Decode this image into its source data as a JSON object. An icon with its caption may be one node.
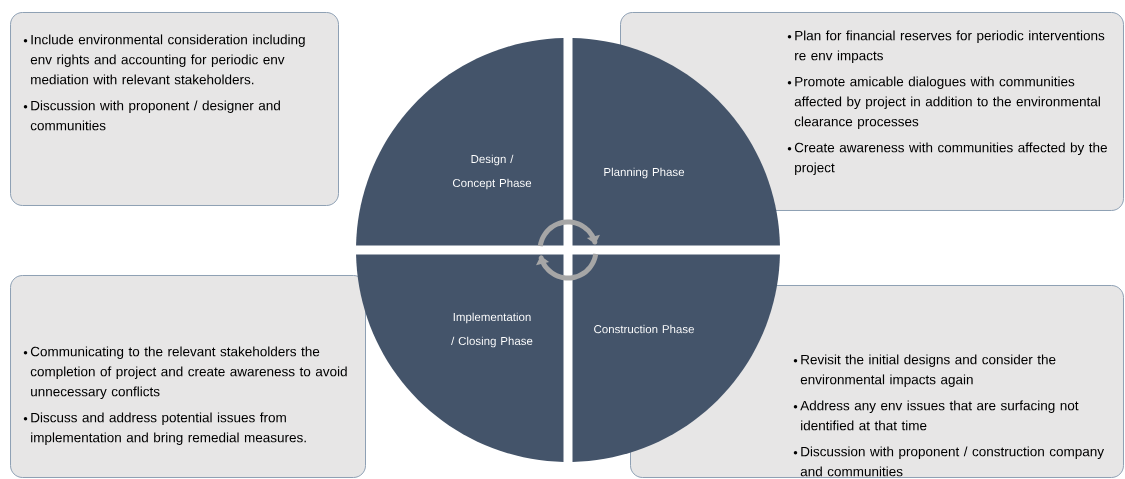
{
  "diagram": {
    "nodes": [
      {
        "text": [
          "Include environmental consideration including env rights and accounting for periodic env mediation with relevant stakeholders.",
          "Discussion with proponent / designer and communities"
        ]
      },
      {
        "text": [
          "Plan for financial reserves for periodic interventions re env impacts",
          "Promote amicable dialogues with communities affected by project in addition to the environmental clearance processes",
          "Create awareness with communities affected by the project"
        ]
      },
      {
        "text": [
          "Design / Concept Phase"
        ]
      },
      {
        "text": [
          "Planning Phase"
        ]
      },
      {
        "text": [
          "Implementation / Closing Phase"
        ]
      },
      {
        "text": [
          "Construction Phase"
        ]
      },
      {
        "text": [
          "Communicating to the relevant stakeholders the completion of project and create awareness to avoid unnecessary conflicts",
          "Discuss and address potential issues from implementation and bring remedial measures."
        ]
      },
      {
        "text": [
          "Revisit the initial designs and consider the environmental impacts again",
          "Address any env issues that are surfacing not identified at that time",
          "Discussion with proponent / construction company and communities"
        ]
      }
    ],
    "edges": [
      {
        "from": 2,
        "to": 3,
        "arrow": "to"
      },
      {
        "from": 5,
        "to": 4,
        "arrow": "to"
      }
    ]
  }
}
